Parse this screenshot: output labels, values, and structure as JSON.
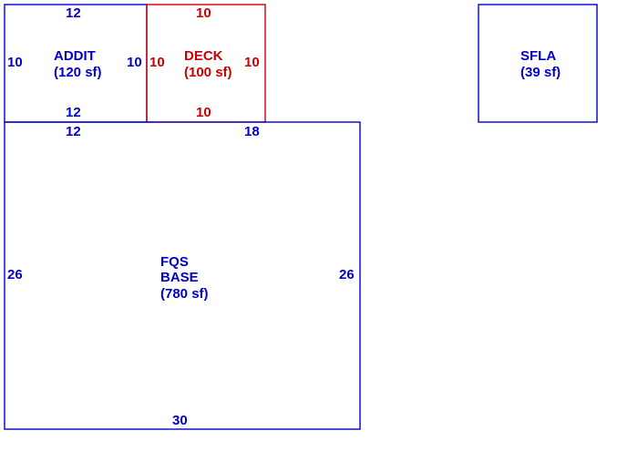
{
  "colors": {
    "blue": "#0000cc",
    "red": "#cc0000"
  },
  "areas": {
    "addit": {
      "name": "ADDIT",
      "area": "(120 sf)",
      "dim_top": "12",
      "dim_bottom": "12",
      "dim_left": "10",
      "dim_right": "10"
    },
    "deck": {
      "name": "DECK",
      "area": "(100 sf)",
      "dim_top": "10",
      "dim_bottom": "10",
      "dim_left": "10",
      "dim_right": "10"
    },
    "sfla": {
      "name": "SFLA",
      "area": "(39 sf)"
    },
    "base": {
      "name_line1": "FQS",
      "name_line2": "BASE",
      "area": "(780 sf)",
      "dim_top_left": "12",
      "dim_top_right": "18",
      "dim_left": "26",
      "dim_right": "26",
      "dim_bottom": "30"
    }
  }
}
